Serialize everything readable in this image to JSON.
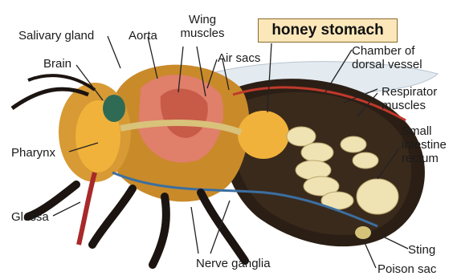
{
  "title": "honey stomach",
  "labels": {
    "salivary_gland": "Salivary gland",
    "aorta": "Aorta",
    "wing_muscles": [
      "Wing",
      "muscles"
    ],
    "air_sacs": "Air sacs",
    "brain": "Brain",
    "chamber_dorsal_vessel": [
      "Chamber of",
      "dorsal vessel"
    ],
    "respirator_muscles": [
      "Respirator",
      "muscles"
    ],
    "small_intestine": [
      "Small",
      "intestine",
      "rectum"
    ],
    "pharynx": "Pharynx",
    "glossa": "Glossa",
    "nerve_ganglia": "Nerve ganglia",
    "sting": "Sting",
    "poison_sac": "Poison sac"
  },
  "colors": {
    "title_box_fill": "#fbe7b9",
    "title_box_border": "#8a6a2e",
    "fur": "#c98a2a",
    "abdomen_dark": "#2a1f14",
    "organ_pink": "#e07f6a",
    "organ_cream": "#efe3b4",
    "organ_yellow": "#f0b23a",
    "wing": "#dfe7ee"
  }
}
